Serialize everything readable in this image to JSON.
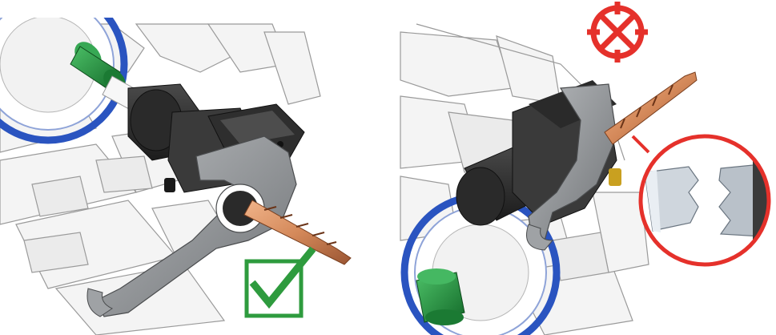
{
  "panels": [
    {
      "id": "correct",
      "status": "correct",
      "status_icon": "green-checkmark-icon",
      "status_color": "#2e9b3e"
    },
    {
      "id": "incorrect",
      "status": "incorrect",
      "status_icon": "red-prohibited-icon",
      "status_color": "#e5312b",
      "detail_callout": "magnified-gear-teeth-detail"
    }
  ],
  "colors": {
    "turret_blue": "#2a54c0",
    "knob_green": "#1f8a3a",
    "tool_dark": "#2c2c2c",
    "wrench_gray": "#8a8d90",
    "drill_copper": "#d4895a",
    "callout_red": "#e5312b"
  }
}
